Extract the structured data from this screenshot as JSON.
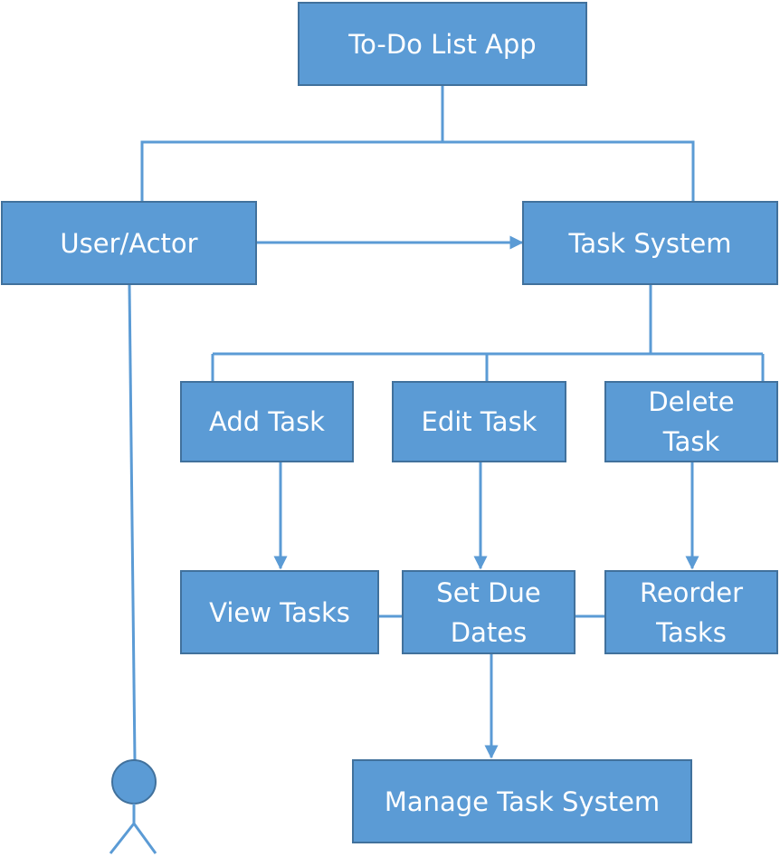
{
  "diagram": {
    "colors": {
      "box_fill": "#5b9bd5",
      "box_border": "#41719c",
      "box_text": "#ffffff",
      "connector": "#5b9bd5"
    },
    "nodes": {
      "todo_app": "To-Do List App",
      "user_actor": "User/Actor",
      "task_system": "Task System",
      "add_task": "Add Task",
      "edit_task": "Edit Task",
      "delete_task": "Delete\nTask",
      "view_tasks": "View Tasks",
      "set_due_dates": "Set Due\nDates",
      "reorder_tasks": "Reorder\nTasks",
      "manage_task_system": "Manage Task System"
    },
    "edges": [
      {
        "from": "todo_app",
        "to": "user_actor",
        "arrow": false
      },
      {
        "from": "todo_app",
        "to": "task_system",
        "arrow": false
      },
      {
        "from": "user_actor",
        "to": "task_system",
        "arrow": true
      },
      {
        "from": "task_system",
        "to": "add_task",
        "arrow": false
      },
      {
        "from": "task_system",
        "to": "edit_task",
        "arrow": false
      },
      {
        "from": "task_system",
        "to": "delete_task",
        "arrow": false
      },
      {
        "from": "add_task",
        "to": "view_tasks",
        "arrow": true
      },
      {
        "from": "edit_task",
        "to": "set_due_dates",
        "arrow": true
      },
      {
        "from": "delete_task",
        "to": "reorder_tasks",
        "arrow": true
      },
      {
        "from": "view_tasks",
        "to": "set_due_dates",
        "arrow": false
      },
      {
        "from": "set_due_dates",
        "to": "reorder_tasks",
        "arrow": false
      },
      {
        "from": "set_due_dates",
        "to": "manage_task_system",
        "arrow": true
      },
      {
        "from": "user_actor",
        "to": "actor_figure",
        "arrow": false
      }
    ],
    "actor_icon": "stick-figure-actor-icon"
  }
}
